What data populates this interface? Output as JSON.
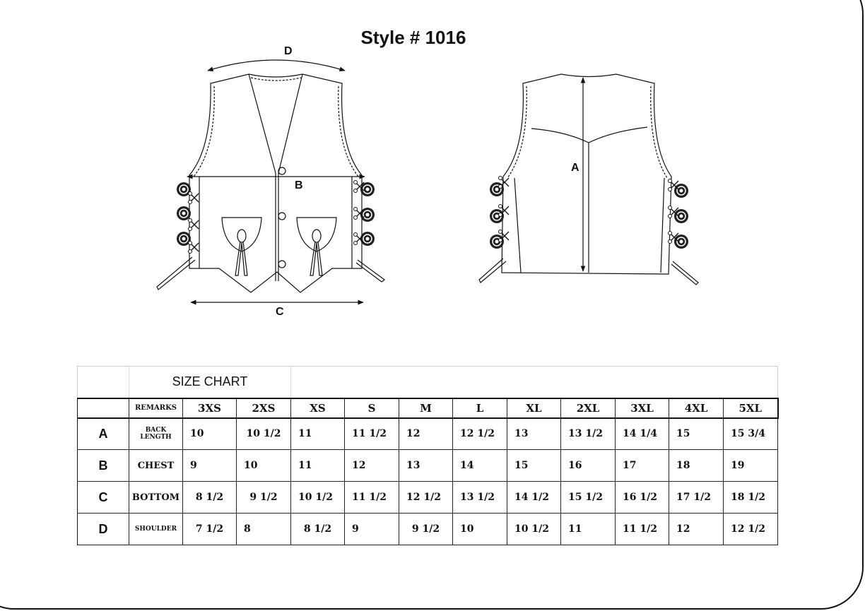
{
  "title": "Style # 1016",
  "dimension_labels": {
    "a": "A",
    "b": "B",
    "c": "C",
    "d": "D"
  },
  "size_chart": {
    "title": "SIZE CHART",
    "remarks_header": "REMARKS",
    "sizes": [
      "3XS",
      "2XS",
      "XS",
      "S",
      "M",
      "L",
      "XL",
      "2XL",
      "3XL",
      "4XL",
      "5XL"
    ],
    "rows": [
      {
        "key": "A",
        "remark": "BACK LENGTH",
        "values": [
          "10",
          "10 1/2",
          "11",
          "11 1/2",
          "12",
          "12 1/2",
          "13",
          "13 1/2",
          "14 1/4",
          "15",
          "15 3/4"
        ]
      },
      {
        "key": "B",
        "remark": "CHEST",
        "values": [
          "9",
          "10",
          "11",
          "12",
          "13",
          "14",
          "15",
          "16",
          "17",
          "18",
          "19"
        ]
      },
      {
        "key": "C",
        "remark": "BOTTOM",
        "values": [
          "8 1/2",
          "9 1/2",
          "10 1/2",
          "11 1/2",
          "12 1/2",
          "13 1/2",
          "14 1/2",
          "15 1/2",
          "16 1/2",
          "17 1/2",
          "18 1/2"
        ]
      },
      {
        "key": "D",
        "remark": "SHOULDER",
        "values": [
          "7 1/2",
          "8",
          "8 1/2",
          "9",
          "9 1/2",
          "10",
          "10 1/2",
          "11",
          "11 1/2",
          "12",
          "12 1/2"
        ]
      }
    ]
  }
}
